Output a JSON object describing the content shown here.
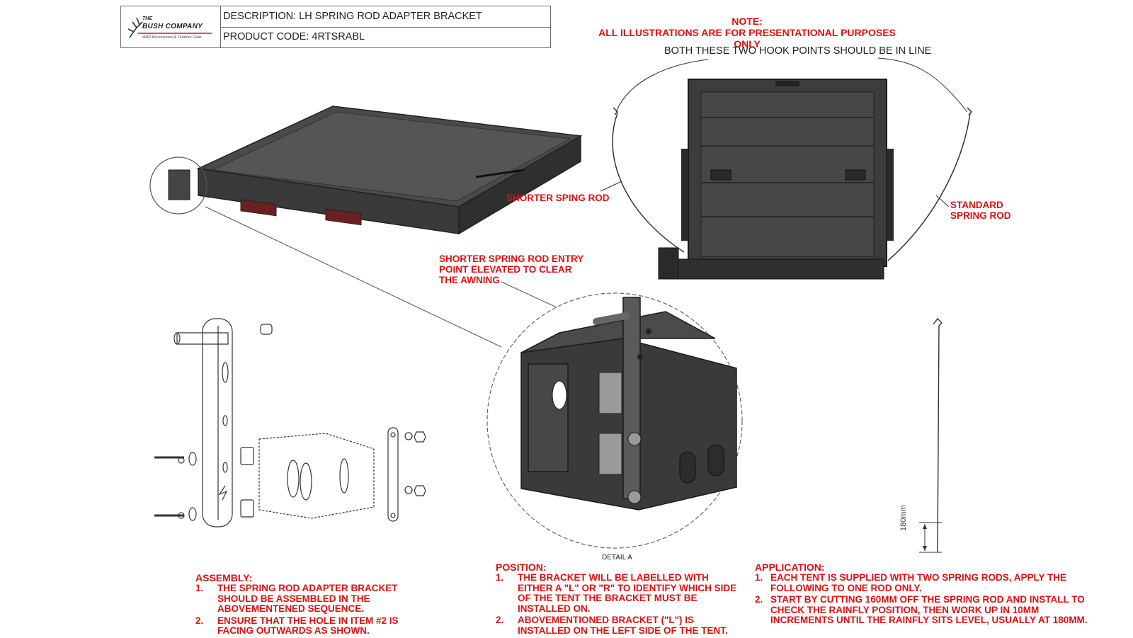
{
  "title_block": {
    "logo_text_top": "THE",
    "logo_text_main": "BUSH COMPANY",
    "logo_text_sub": "4WD Accessories & Outdoor Gear",
    "description": "DESCRIPTION: LH SPRING ROD ADAPTER BRACKET",
    "product_code": "PRODUCT CODE: 4RTSRABL"
  },
  "note": {
    "heading": "NOTE:",
    "text": "ALL ILLUSTRATIONS ARE FOR PRESENTATIONAL PURPOSES ONLY"
  },
  "callouts": {
    "hook_points": "BOTH THESE TWO HOOK POINTS SHOULD BE IN LINE",
    "shorter_rod": "SHORTER SPING ROD",
    "standard_rod_1": "STANDARD",
    "standard_rod_2": "SPRING ROD",
    "entry_point_1": "SHORTER SPRING ROD ENTRY",
    "entry_point_2": "POINT ELEVATED TO CLEAR",
    "entry_point_3": "THE AWNING",
    "detail_label": "DETAIL A",
    "dimension": "180mm"
  },
  "assembly": {
    "heading": "ASSEMBLY:",
    "items": [
      {
        "num": "1.",
        "text": "THE SPRING ROD ADAPTER BRACKET SHOULD BE ASSEMBLED IN THE ABOVEMENTENED SEQUENCE."
      },
      {
        "num": "2.",
        "text": "ENSURE THAT THE HOLE IN ITEM #2 IS FACING OUTWARDS AS SHOWN."
      }
    ]
  },
  "position": {
    "heading": "POSITION:",
    "items": [
      {
        "num": "1.",
        "text": "THE BRACKET WILL BE LABELLED WITH EITHER A \"L\"  OR \"R\" TO IDENTIFY WHICH SIDE OF THE TENT THE BRACKET MUST BE INSTALLED ON."
      },
      {
        "num": "2.",
        "text": "ABOVEMENTIONED BRACKET (\"L\") IS INSTALLED ON THE LEFT SIDE OF THE TENT."
      }
    ]
  },
  "application": {
    "heading": "APPLICATION:",
    "items": [
      {
        "num": "1.",
        "text": "EACH TENT IS SUPPLIED WITH TWO SPRING RODS, APPLY THE FOLLOWING TO ONE ROD ONLY."
      },
      {
        "num": "2.",
        "text": "START BY CUTTING 160MM OFF THE SPRING ROD AND INSTALL TO CHECK THE RAINFLY POSITION, THEN WORK UP IN 10MM INCREMENTS UNTIL THE RAINFLY SITS LEVEL, USUALLY AT 180MM."
      }
    ]
  },
  "colors": {
    "red": "#e01010",
    "tent_dark": "#3c3c3c",
    "tent_mid": "#5a5a5a",
    "line": "#555555"
  }
}
